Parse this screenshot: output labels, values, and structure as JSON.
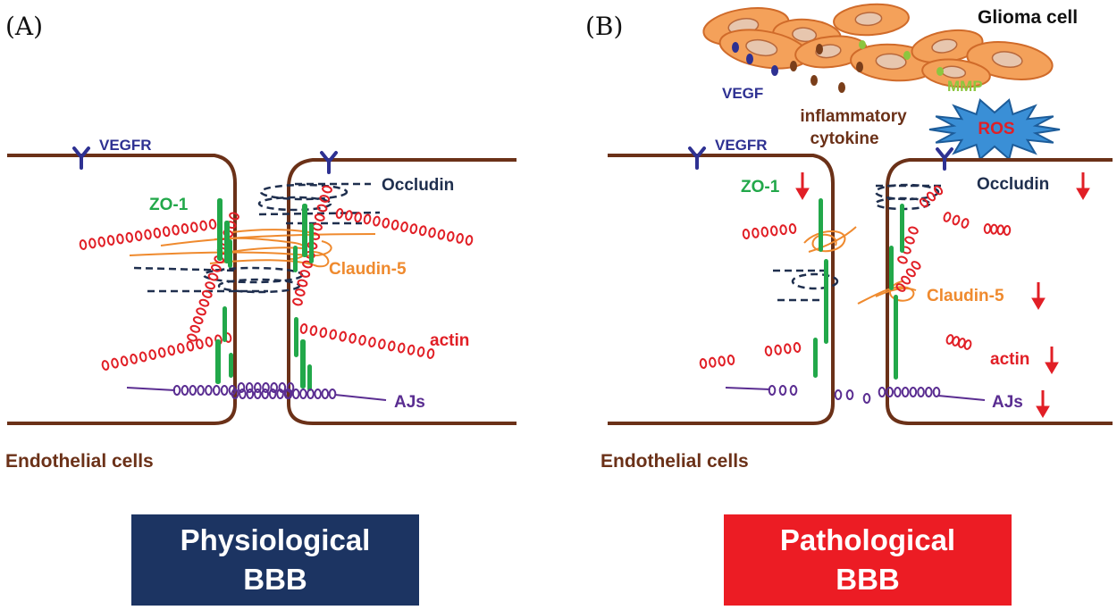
{
  "panels": {
    "a": {
      "tag": "(A)",
      "title_line1": "Physiological",
      "title_line2": "BBB",
      "title_color": "#1c3462",
      "labels": {
        "vegfr": "VEGFR",
        "occludin": "Occludin",
        "zo1": "ZO-1",
        "claudin5": "Claudin-5",
        "actin": "actin",
        "ajs": "AJs",
        "endothelial": "Endothelial cells"
      }
    },
    "b": {
      "tag": "(B)",
      "title_line1": "Pathological",
      "title_line2": "BBB",
      "title_color": "#ec1c24",
      "labels": {
        "glioma": "Glioma cell",
        "vegf": "VEGF",
        "mmp": "MMP",
        "inflammatory_line1": "inflammatory",
        "inflammatory_line2": "cytokine",
        "ros": "ROS",
        "vegfr": "VEGFR",
        "zo1": "ZO-1",
        "occludin": "Occludin",
        "claudin5": "Claudin-5",
        "actin": "actin",
        "ajs": "AJs",
        "endothelial": "Endothelial cells"
      }
    }
  },
  "colors": {
    "membrane": "#6b3118",
    "vegfr": "#2e3192",
    "zo1": "#22a84a",
    "actin": "#e11f26",
    "claudin": "#ef8a2e",
    "occludin": "#1f2f4e",
    "ajs": "#5a2d91",
    "glioma_fill": "#f4a15a",
    "ros_fill": "#3a8fd6",
    "down_arrow": "#e11f26"
  }
}
